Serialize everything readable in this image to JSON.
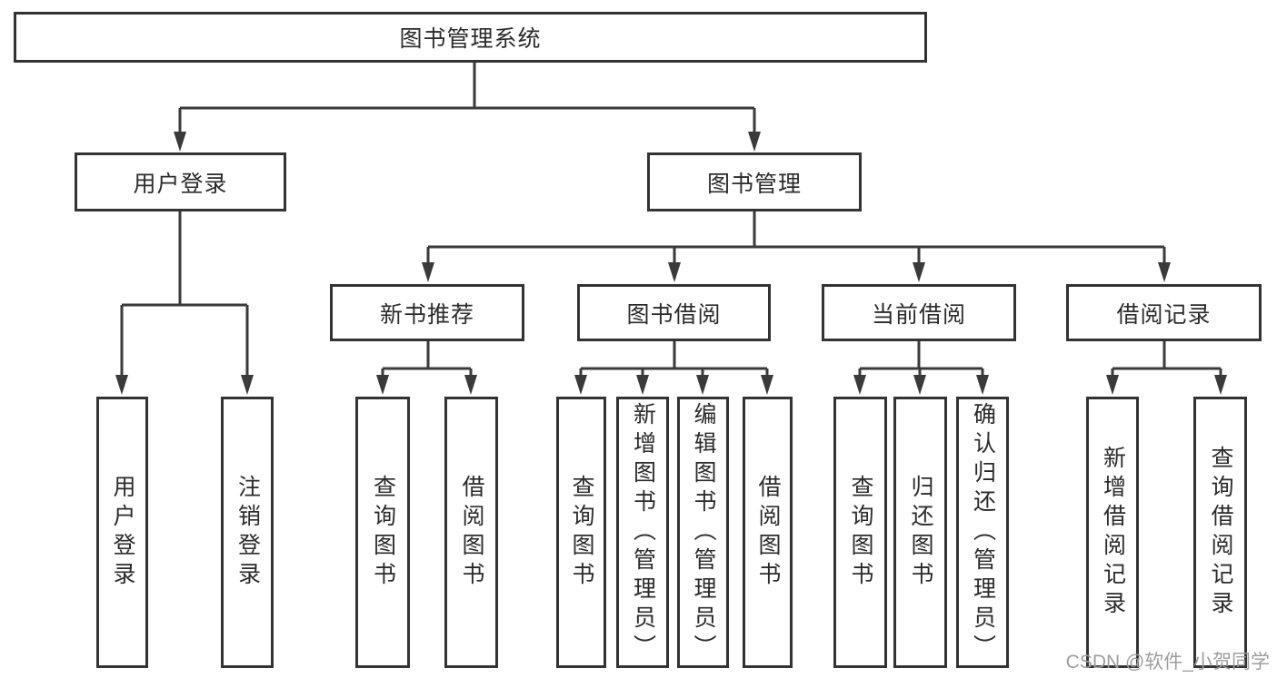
{
  "diagram_title": "图书管理系统",
  "colors": {
    "line": "#3a3a3a",
    "box_border": "#333333",
    "text": "#2b2b2b",
    "watermark": "#9e9e9e",
    "background": "#ffffff"
  },
  "watermark": {
    "text": "CSDN @软件_小贺同学"
  },
  "tree": {
    "root": {
      "label": "图书管理系统",
      "children": [
        {
          "label": "用户登录",
          "children": [
            {
              "label": "用户登录"
            },
            {
              "label": "注销登录"
            }
          ]
        },
        {
          "label": "图书管理",
          "children": [
            {
              "label": "新书推荐",
              "children": [
                {
                  "label": "查询图书"
                },
                {
                  "label": "借阅图书"
                }
              ]
            },
            {
              "label": "图书借阅",
              "children": [
                {
                  "label": "查询图书"
                },
                {
                  "label": "新增图书（管理员）"
                },
                {
                  "label": "编辑图书（管理员）"
                },
                {
                  "label": "借阅图书"
                }
              ]
            },
            {
              "label": "当前借阅",
              "children": [
                {
                  "label": "查询图书"
                },
                {
                  "label": "归还图书"
                },
                {
                  "label": "确认归还（管理员）"
                }
              ]
            },
            {
              "label": "借阅记录",
              "children": [
                {
                  "label": "新增借阅记录"
                },
                {
                  "label": "查询借阅记录"
                }
              ]
            }
          ]
        }
      ]
    }
  }
}
